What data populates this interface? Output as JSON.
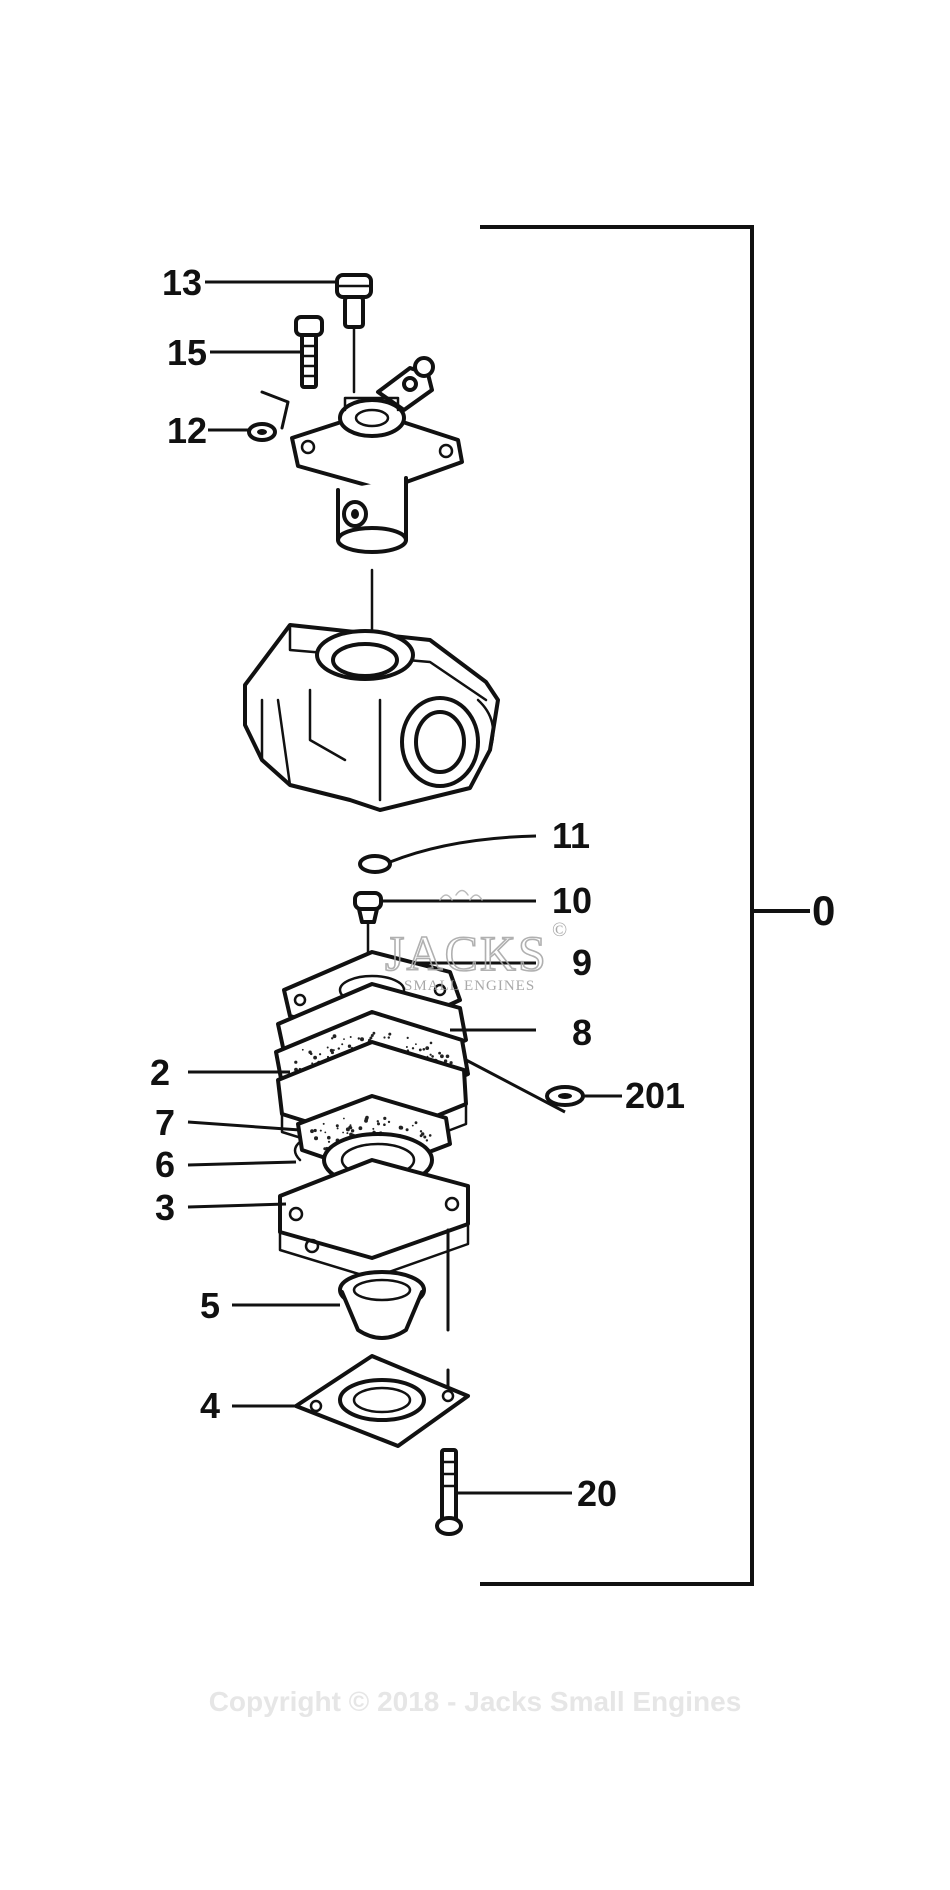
{
  "callouts": {
    "c13": "13",
    "c15": "15",
    "c12": "12",
    "c11": "11",
    "c10": "10",
    "c9": "9",
    "c8": "8",
    "c2": "2",
    "c201": "201",
    "c7": "7",
    "c6": "6",
    "c3": "3",
    "c5": "5",
    "c4": "4",
    "c20": "20",
    "c0": "0"
  },
  "watermark": {
    "logo": "JACKS",
    "sub": "SMALL ENGINES",
    "copyright_mark": "©"
  },
  "copyright": "Copyright © 2018 - Jacks Small Engines",
  "colors": {
    "line": "#111111",
    "watermark": "#a8a8a8",
    "copyright": "#e6e6e6"
  }
}
